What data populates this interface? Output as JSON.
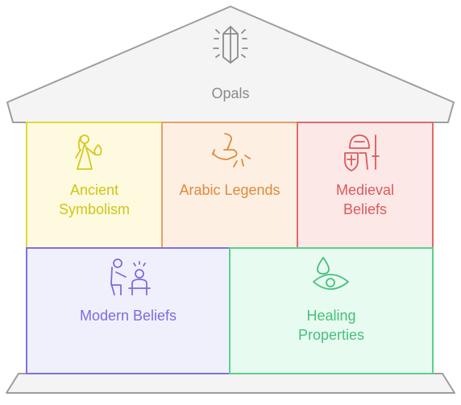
{
  "title": "Opals",
  "icons": {
    "roof": "crystal-icon",
    "ancient": "goddess-fire-icon",
    "arabic": "falling-hand-icon",
    "medieval": "knight-shield-sword-icon",
    "modern": "healer-patient-icon",
    "healing": "eye-drop-icon"
  },
  "colors": {
    "outline": "#9e9e9e",
    "roof_fill": "#f4f4f4",
    "ancient_fill": "#fdfadf",
    "ancient_stroke": "#e3d733",
    "ancient_text": "#d0c518",
    "arabic_fill": "#fdf0e3",
    "arabic_stroke": "#e6a064",
    "arabic_text": "#e08a3c",
    "medieval_fill": "#fde8e8",
    "medieval_stroke": "#e36a6a",
    "medieval_text": "#dc5a5a",
    "modern_fill": "#f0f0fd",
    "modern_stroke": "#7d72e0",
    "modern_text": "#7a6edc",
    "healing_fill": "#e8fbf0",
    "healing_stroke": "#5cd08f",
    "healing_text": "#45c07c"
  },
  "pillars": {
    "ancient": {
      "line1": "Ancient",
      "line2": "Symbolism"
    },
    "arabic": {
      "line1": "Arabic Legends"
    },
    "medieval": {
      "line1": "Medieval",
      "line2": "Beliefs"
    },
    "modern": {
      "line1": "Modern Beliefs"
    },
    "healing": {
      "line1": "Healing",
      "line2": "Properties"
    }
  }
}
